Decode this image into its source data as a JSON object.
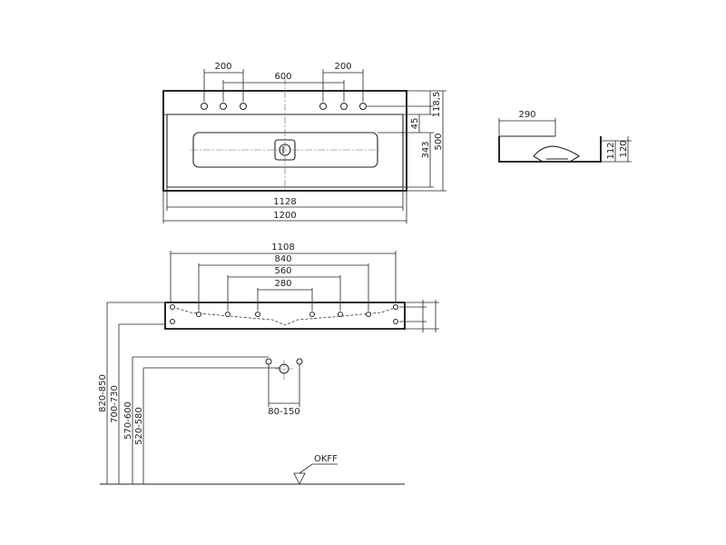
{
  "top_view": {
    "dims": {
      "spacing_left": "200",
      "spacing_center": "600",
      "spacing_right": "200",
      "height_118": "118,5",
      "height_45": "45",
      "height_343": "343",
      "height_500": "500",
      "width_1128": "1128",
      "width_1200": "1200"
    }
  },
  "side_view": {
    "dims": {
      "depth_290": "290",
      "height_112": "112",
      "height_120": "120"
    }
  },
  "front_view": {
    "dims": {
      "w_1108": "1108",
      "w_840": "840",
      "w_560": "560",
      "w_280": "280",
      "h_820_850": "820-850",
      "h_700_730": "700-730",
      "h_570_600": "570-600",
      "h_520_580": "520-580",
      "pipe_80_150": "80-150",
      "floor_label": "OKFF"
    }
  }
}
